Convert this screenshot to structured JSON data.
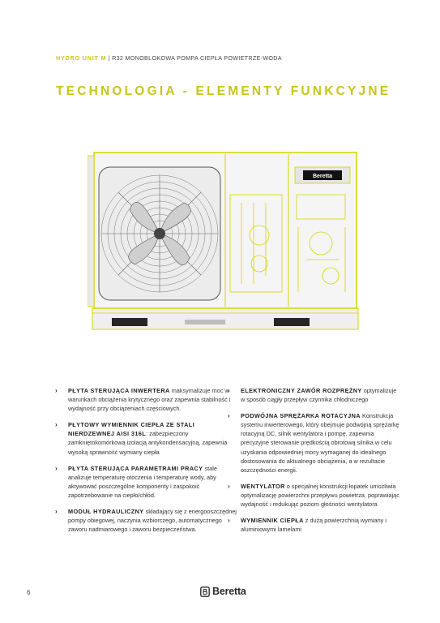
{
  "header": {
    "brand": "HYDRO UNIT M",
    "separator": "|",
    "subtitle": "R32 MONOBLOKOWA POMPA CIEPŁA POWIETRZE-WODA"
  },
  "title": "TECHNOLOGIA - ELEMENTY FUNKCYJNE",
  "product_logo": "Beretta",
  "colors": {
    "accent": "#c6c61a",
    "text": "#333333"
  },
  "features_left": [
    {
      "head": "PŁYTA STERUJĄCA INWERTERA",
      "sep": "",
      "body": "maksymalizuje moc w warunkach obciążenia krytycznego oraz zapewnia stabilność i wydajność przy obciążeniach częściowych."
    },
    {
      "head": "PŁYTOWY WYMIENNIK CIEPŁA ZE STALI NIERDZEWNEJ AISI 316L",
      "sep": ":",
      "body": "zabezpieczony zamkniętokomórkową izolacją antykondensacyjną, zapewnia wysoką sprawność wymiany ciepła"
    },
    {
      "head": "PŁYTA STERUJĄCA PARAMETRAMI PRACY",
      "sep": "",
      "body": "stale analizuje temperaturę otoczenia i temperaturę wody, aby aktywować poszczególne komponenty i zaspokoić zapotrzebowanie na ciepło/chłód."
    },
    {
      "head": "MODUŁ HYDRAULICZNY",
      "sep": "",
      "body": "składający się z energooszczędnej pompy obiegowej, naczynia wzbiorczego, automatycznego zaworu nadmiarowego i zaworu bezpieczeństwa."
    }
  ],
  "features_right": [
    {
      "head": "ELEKTRONICZNY ZAWÓR ROZPRĘŻNY",
      "sep": "",
      "body": "optymalizuje w sposób ciągły przepływ czynnika chłodniczego"
    },
    {
      "head": "PODWÓJNA SPRĘŻARKA ROTACYJNA",
      "sep": "",
      "body": "Konstrukcja systemu inwerterowego, który obejmuje podwójną sprężarkę rotacyjną DC, silnik wentylatora i pompę, zapewnia precyzyjne sterowanie prędkością obrotową silnika w celu uzyskania odpowiedniej mocy wymaganej do idealnego dostosowania do aktualnego obciążenia, a w rezultacie oszczędności energii."
    },
    {
      "head": "WENTYLATOR",
      "sep": "",
      "body": "o specjalnej konstrukcji łopatek umożliwia optymalizację powierzchni przepływu powietrza, poprawiając wydajność i redukując poziom głośności wentylatora"
    },
    {
      "head": "WYMIENNIK CIEPŁA",
      "sep": "",
      "body": "z dużą powierzchnią wymiany i aluminiowymi lamelami"
    }
  ],
  "footer": {
    "page_number": "6",
    "logo": "Beretta"
  }
}
